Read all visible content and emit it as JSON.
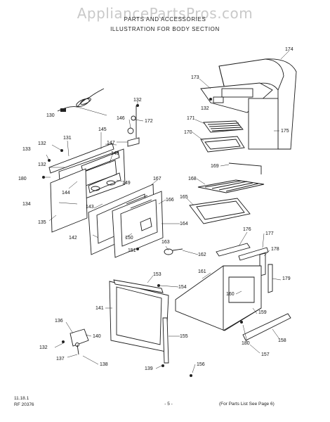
{
  "watermark": "AppliancePartsPros.com",
  "header": {
    "line1": "PARTS AND ACCESSORIES",
    "line2": "ILLUSTRATION FOR BODY SECTION"
  },
  "parts": {
    "p130": "130",
    "p131": "131",
    "p132a": "132",
    "p132b": "132",
    "p132c": "132",
    "p132d": "132",
    "p132e": "132",
    "p133": "133",
    "p134": "134",
    "p135": "135",
    "p136": "136",
    "p137": "137",
    "p138": "138",
    "p139": "139",
    "p140": "140",
    "p141": "141",
    "p142": "142",
    "p143": "143",
    "p144": "144",
    "p145": "145",
    "p146": "146",
    "p147": "147",
    "p148": "148",
    "p149": "149",
    "p150": "150",
    "p151": "151",
    "p153": "153",
    "p154": "154",
    "p155": "155",
    "p156": "156",
    "p157": "157",
    "p158": "158",
    "p159": "159",
    "p160": "160",
    "p161": "161",
    "p162": "162",
    "p163": "163",
    "p164": "164",
    "p165": "165",
    "p166": "166",
    "p167": "167",
    "p168": "168",
    "p169": "169",
    "p170": "170",
    "p171": "171",
    "p172": "172",
    "p173": "173",
    "p174": "174",
    "p175": "175",
    "p176": "176",
    "p177": "177",
    "p178": "178",
    "p179": "179",
    "p180a": "180",
    "p180b": "180"
  },
  "footer": {
    "code1": "11.18.1",
    "code2": "RF 20376",
    "page": "- 5 -",
    "note": "(For Parts List See Page 6)"
  }
}
